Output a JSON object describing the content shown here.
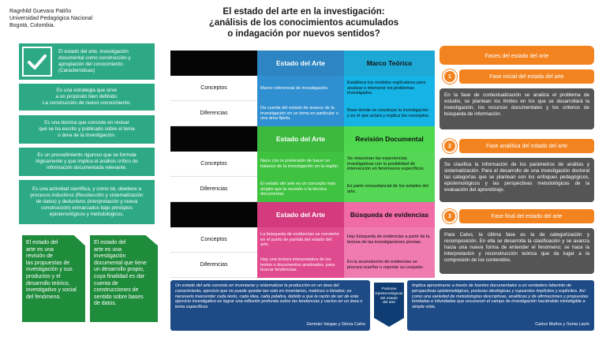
{
  "author": {
    "name": "Ragnhild Guevara Patiño",
    "institution": "Universidad Pedagógica Nacional",
    "location": "Bogotá, Colombia."
  },
  "title": {
    "line1": "El estado del arte en la investigación:",
    "line2": "¿análisis de los conocimientos acumulados",
    "line3": "o indagación por nuevos sentidos?"
  },
  "left_cards": [
    {
      "lines": [
        "El estado del arte, investigación",
        "documental como construcción y",
        "apropiación del conocimiento.",
        "(Características)"
      ]
    },
    {
      "lines": [
        "Es una estrategia que sirve",
        "a un propósito bien definido:",
        "La construcción de nuevo conocimiento."
      ]
    },
    {
      "lines": [
        "Es una técnica que consiste en revisar",
        "qué se ha escrito y publicado sobre el tema",
        "o área de la investigación."
      ]
    },
    {
      "lines": [
        "Es un procedimiento riguroso que se formula",
        "lógicamente y que implica el análisis crítico de",
        "información documentada relevante."
      ]
    },
    {
      "lines": [
        "Es una actividad científica, y como tal, obedece a",
        "procesos inductivos (Recolección y sistematización",
        "de datos) y deductivos (interpretación y nueva",
        "construcción) enmarcados bajo principios",
        "epistemológicos y metodológicos."
      ]
    }
  ],
  "docs": [
    {
      "lines": [
        "El estado del",
        "arte es una",
        "revisión de",
        "las propuestas de",
        "investigación y sus",
        "productos y el",
        "desarrollo teórico,",
        "investigativo y social",
        "del fenómeno."
      ]
    },
    {
      "lines": [
        "El estado del",
        "arte es una",
        "investigación",
        "documental que tiene",
        "un desarrollo propio,",
        "cuya finalidad es dar",
        "cuenta de",
        "construcciones de",
        "sentido sobre bases",
        "de datos."
      ]
    }
  ],
  "table": {
    "sections": [
      {
        "h1": "Estado del Arte",
        "h2": "Marco Teórico",
        "rows": [
          {
            "label": "Conceptos",
            "a": "Marco referencial de investigación.",
            "b": "Establece los modelos explicativos para analizar e intervenir los problemas investigados."
          },
          {
            "label": "Diferencias",
            "a": "Da cuenta del estado de avance de la investigación en un tema en particular o una área fijada.",
            "b": "Base donde se construye la investigación y es el que aclara y explica los conceptos."
          }
        ]
      },
      {
        "h1": "Estado del Arte",
        "h2": "Revisión Documental",
        "rows": [
          {
            "label": "Conceptos",
            "a": "Nace con la pretensión de hacer un balance de la investigación en la región.",
            "b": "Se relacionan las experiencias investigativas con la posibilidad de intervención en fenómenos específicos."
          },
          {
            "label": "Diferencias",
            "a": "El estado del arte es un concepto más amplio que la revisión o la técnica documental.",
            "b": "Es parte consustancial de los estados del arte."
          }
        ]
      },
      {
        "h1": "Estado del Arte",
        "h2": "Búsqueda de evidencias",
        "rows": [
          {
            "label": "Conceptos",
            "a": "La búsqueda de evidencias se convierte en el punto de partida del estado del arte.",
            "b": "Hay búsqueda de evidencias a partir de la lectura de las investigaciones previas."
          },
          {
            "label": "Diferencias",
            "a": "Hay una lectura interpretativa de los textos o documentos analizados, para buscar tendencias.",
            "b": "En la acumulación de evidencias se procura reseñar o reportar su conjunto."
          }
        ]
      }
    ]
  },
  "phases": {
    "title": "Fases del estado del arte",
    "items": [
      {
        "num": "1",
        "label": "Fase inicial del estado del arte",
        "text": "En la fase de contextualización se analiza el problema de estudio, se plantean los límites en los que se desarrollará la investigación, los recursos documentales y los criterios de búsqueda de información."
      },
      {
        "num": "2",
        "label": "Fase analítica del estado del arte",
        "text": "Se clasifica la información de los parámetros de análisis y sistematización. Para el desarrollo de una investigación doctoral las categorías que se plantean son los enfoques pedagógicos, epistemológicos y las perspectivas metodológicas de la evaluación del aprendizaje."
      },
      {
        "num": "3",
        "label": "Fase final del estado del arte",
        "text": "Para Calvo, la última fase es la de categorización y recomposición. En ella se desarrolla la clasificación y se avanza hacia una nueva forma de entender el fenómeno; se hace la interpretación y reconstrucción teórica que da lugar a la compresión de los contenidos."
      }
    ]
  },
  "quotes": {
    "left": {
      "text": "Un estado del arte consiste en inventariar y sistematizar la producción en un área del conocimiento, ejercicio que no puede quedar tan solo en inventarios, matrices o listados; es necesario trascender cada texto, cada idea, cada palabra, debido a que la razón de ser de este ejercicio investigativo es lograr una reflexión profunda sobre las tendencias y vacíos en un área o tema específicos.",
      "author": "Germán Vargas y Gloria Calvo"
    },
    "center": {
      "lines": [
        "Posturas",
        "Epistemológicas",
        "del estado",
        "del arte"
      ]
    },
    "right": {
      "text": "Implica aproximarse a través de fuentes documentales a un verdadero laberinto de perspectivas epistemológicas, posturas ideológicas y supuestos implícitos y explícitos. Así como una variedad de metodologías descriptivas, analíticas y de afirmaciones y propuestas fundadas e infundadas que oscurecen el campo de investigación haciéndolo ininteligible a simple vista.",
      "author": "Carlos Muñoz y Sonia Lavín"
    }
  },
  "colors": {
    "accent_green": "#2daa85",
    "dark_green": "#1f8c3b",
    "orange": "#f3831f",
    "navy": "#1e4b86",
    "grey": "#555555"
  },
  "icons": [
    "checkmark-icon"
  ]
}
